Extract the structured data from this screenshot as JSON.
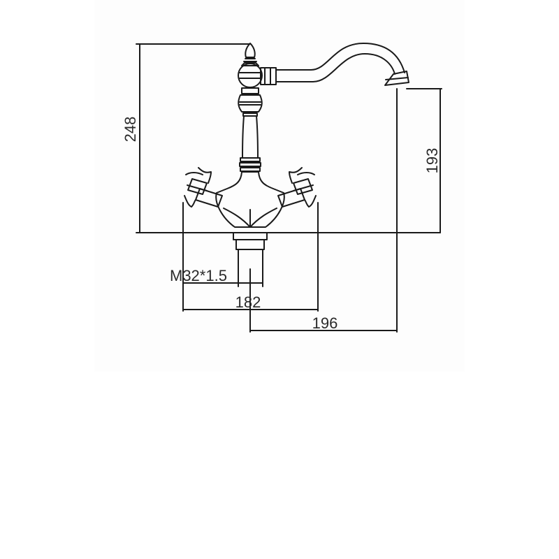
{
  "dimensions": {
    "height_overall": "248",
    "height_spout": "193",
    "width_handles": "182",
    "reach_spout": "196",
    "thread": "M32*1.5"
  },
  "colors": {
    "line": "#1a1a1a",
    "text": "#2a2a2a",
    "background": "#ffffff",
    "panel": "#fdfdfd"
  }
}
